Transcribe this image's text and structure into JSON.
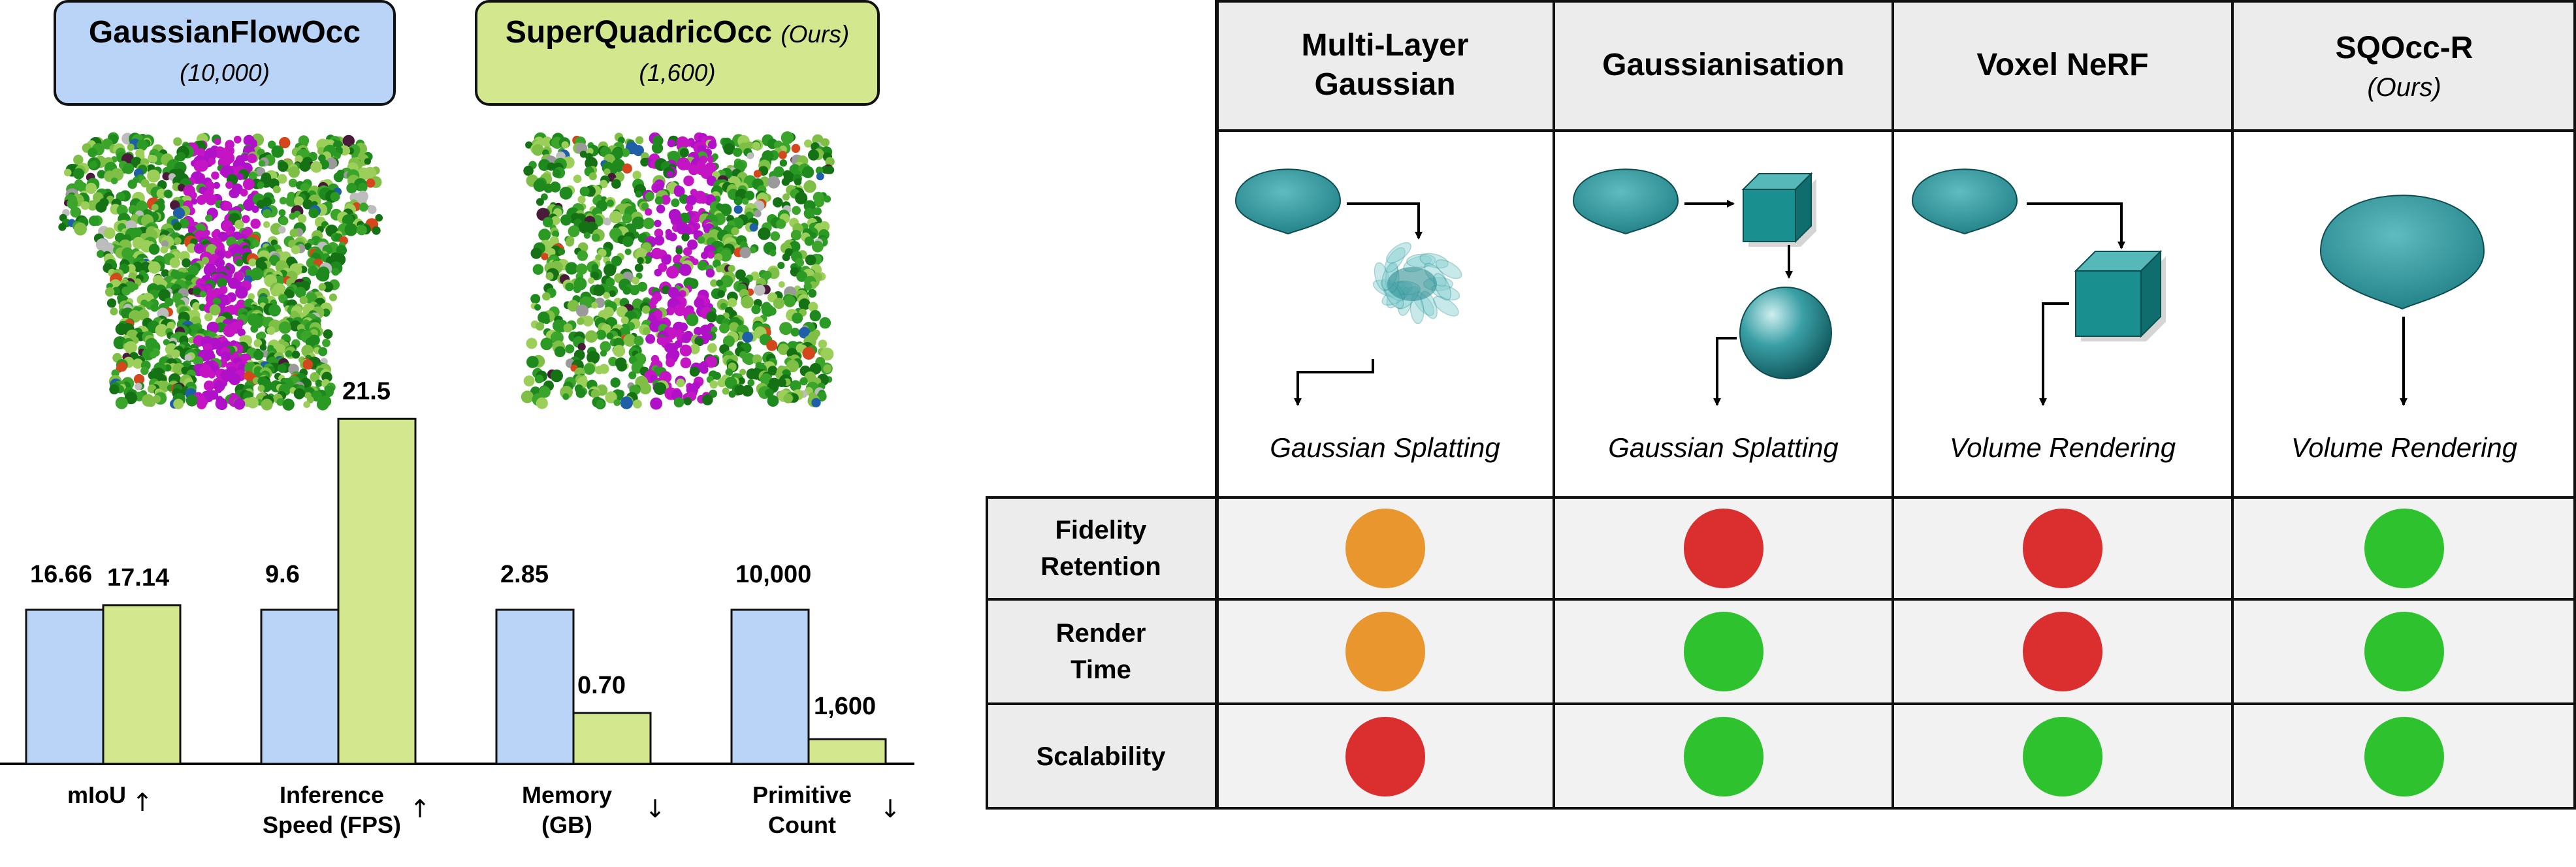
{
  "left_panel": {
    "model_a": {
      "name": "GaussianFlowOcc",
      "count": "(10,000)",
      "color": "#b9d4f7"
    },
    "model_b": {
      "name": "SuperQuadricOcc",
      "tag": "(Ours)",
      "count": "(1,600)",
      "color": "#d3e78f"
    }
  },
  "chart_data": {
    "type": "bar",
    "categories": [
      "mIoU",
      "Inference Speed (FPS)",
      "Memory (GB)",
      "Primitive Count"
    ],
    "category_lines": [
      [
        "mIoU"
      ],
      [
        "Inference",
        "Speed (FPS)"
      ],
      [
        "Memory",
        "(GB)"
      ],
      [
        "Primitive",
        "Count"
      ]
    ],
    "direction_arrows": [
      "↑",
      "↑",
      "↓",
      "↓"
    ],
    "series": [
      {
        "name": "GaussianFlowOcc",
        "color": "#b9d4f7",
        "values": [
          16.66,
          9.6,
          2.85,
          10000
        ],
        "labels": [
          "16.66",
          "9.6",
          "2.85",
          "10,000"
        ]
      },
      {
        "name": "SuperQuadricOcc",
        "color": "#d3e78f",
        "values": [
          17.14,
          21.5,
          0.7,
          1600
        ],
        "labels": [
          "17.14",
          "21.5",
          "0.70",
          "1,600"
        ]
      }
    ],
    "relative_heights": [
      [
        1.0,
        1.03
      ],
      [
        1.0,
        2.24
      ],
      [
        1.0,
        0.33
      ],
      [
        1.0,
        0.16
      ]
    ],
    "note": "Each metric pair is drawn on its own scale relative to the GaussianFlowOcc bar."
  },
  "table": {
    "columns": [
      {
        "title_lines": [
          "Multi-Layer",
          "Gaussian"
        ],
        "subtitle": "",
        "render": "Gaussian Splatting"
      },
      {
        "title_lines": [
          "Gaussianisation"
        ],
        "subtitle": "",
        "render": "Gaussian Splatting"
      },
      {
        "title_lines": [
          "Voxel NeRF"
        ],
        "subtitle": "",
        "render": "Volume Rendering"
      },
      {
        "title_lines": [
          "SQOcc-R"
        ],
        "subtitle": "(Ours)",
        "render": "Volume Rendering"
      }
    ],
    "rows": [
      {
        "label_lines": [
          "Fidelity",
          "Retention"
        ],
        "ratings": [
          "medium",
          "poor",
          "poor",
          "good"
        ]
      },
      {
        "label_lines": [
          "Render",
          "Time"
        ],
        "ratings": [
          "medium",
          "good",
          "poor",
          "good"
        ]
      },
      {
        "label_lines": [
          "Scalability"
        ],
        "ratings": [
          "poor",
          "good",
          "good",
          "good"
        ]
      }
    ],
    "rating_colors": {
      "good": "#2ec22e",
      "medium": "#e9962f",
      "poor": "#db2e2e"
    },
    "shape_color": "#1f7f85"
  }
}
